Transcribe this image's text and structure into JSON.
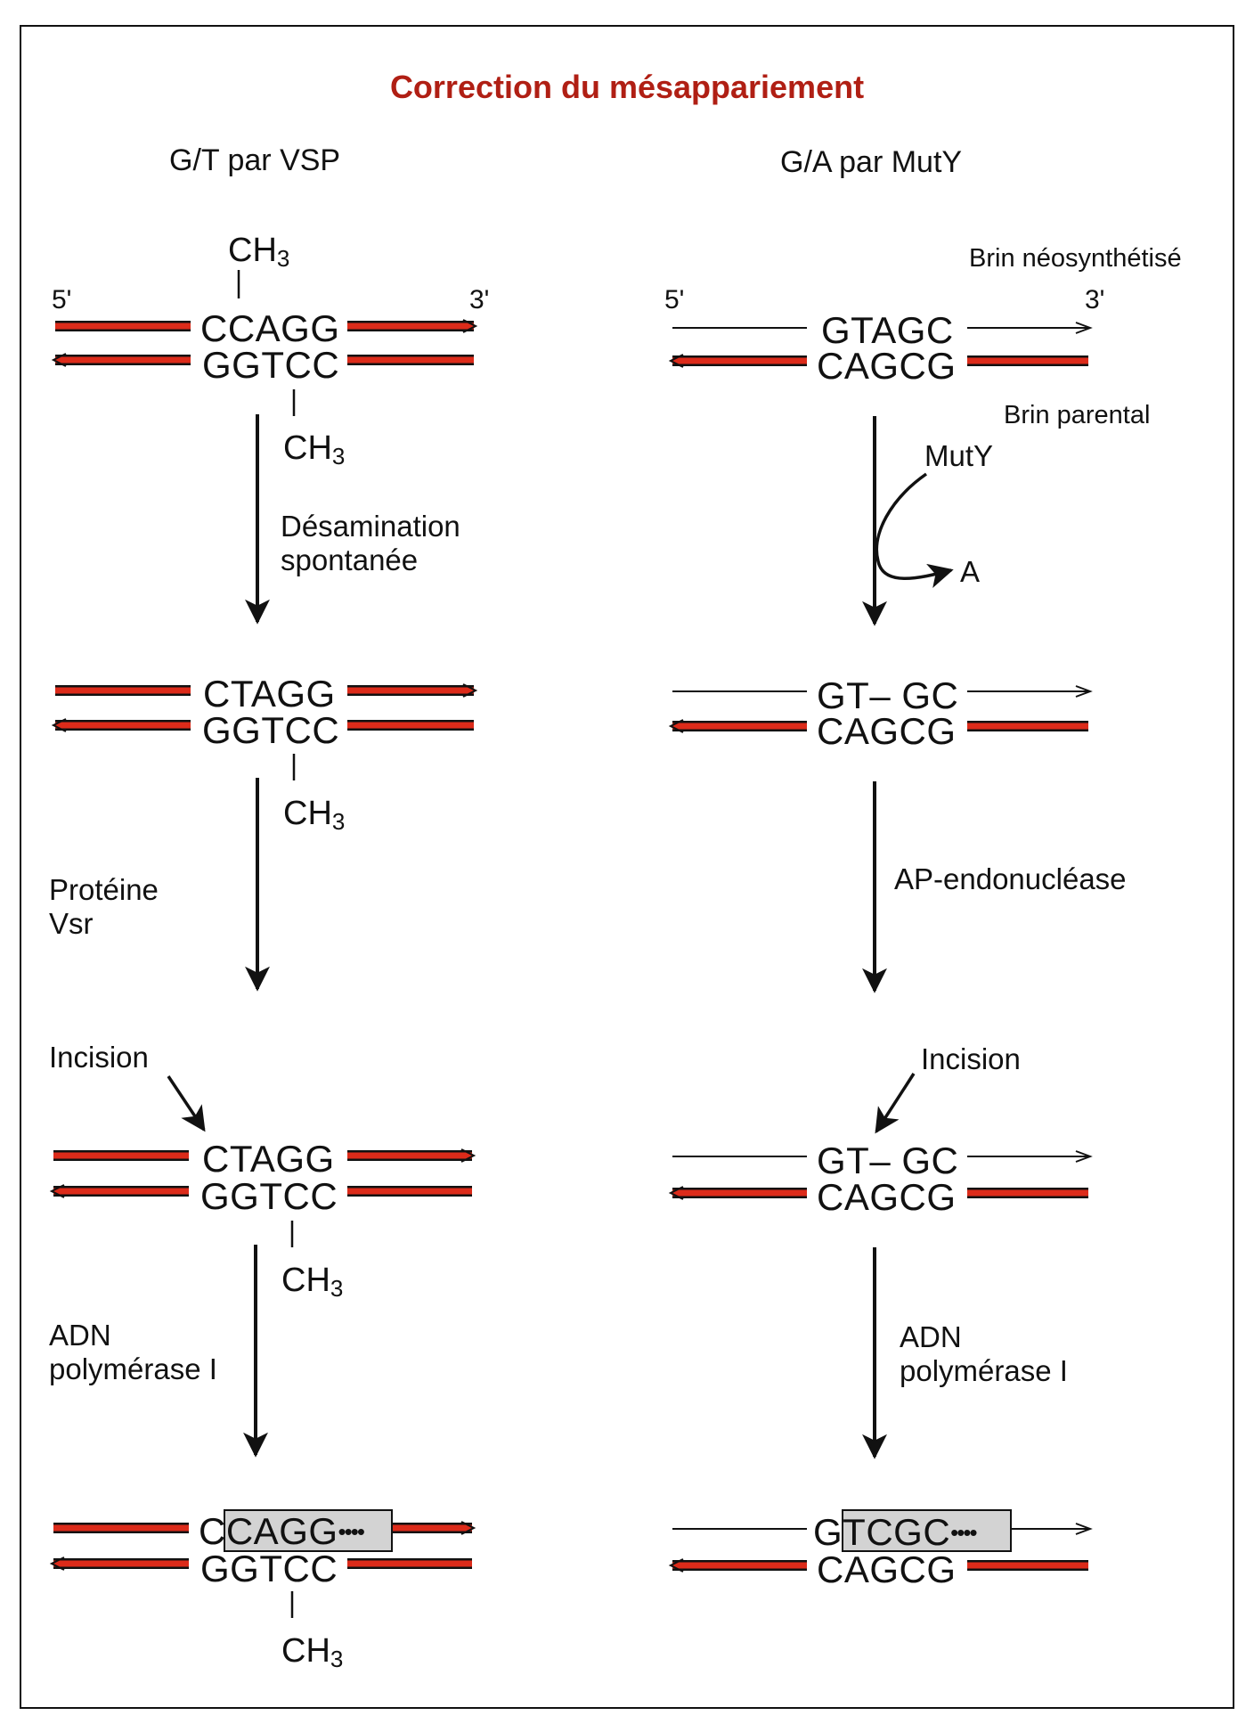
{
  "title": "Correction du mésappariement",
  "colors": {
    "title": "#b01f14",
    "strand_red": "#dc2b1a",
    "repair_box": "#d3d3d3"
  },
  "left": {
    "heading": "G/T par VSP",
    "prime5": "5'",
    "prime3": "3'",
    "ch3": "CH",
    "ch3_sub": "3",
    "step1": {
      "top": "CCAGG",
      "bottom": "GGTCC"
    },
    "step2": {
      "top": "CTAGG",
      "bottom": "GGTCC"
    },
    "step3": {
      "top": "CTAGG",
      "bottom": "GGTCC"
    },
    "step4": {
      "top_first": "C",
      "top_new": "CAGG",
      "dots": "••••",
      "bottom": "GGTCC"
    },
    "arrow1_label": "Désamination\nspontanée",
    "arrow2_label": "Protéine\nVsr",
    "incision_label": "Incision",
    "arrow3_label": "ADN\npolymérase I"
  },
  "right": {
    "heading": "G/A par MutY",
    "prime5": "5'",
    "prime3": "3'",
    "new_strand_label": "Brin néosynthétisé",
    "parental_label": "Brin parental",
    "step1": {
      "top": "GTAGC",
      "bottom": "CAGCG"
    },
    "step2": {
      "top": "GT– GC",
      "bottom": "CAGCG"
    },
    "step3": {
      "top": "GT– GC",
      "bottom": "CAGCG"
    },
    "step4": {
      "top_first": "G",
      "top_new": "TCGC",
      "dots": "••••",
      "bottom": "CAGCG"
    },
    "enzyme_label": "MutY",
    "released_base": "A",
    "arrow2_label": "AP-endonucléase",
    "incision_label": "Incision",
    "arrow3_label": "ADN\npolymérase I"
  }
}
